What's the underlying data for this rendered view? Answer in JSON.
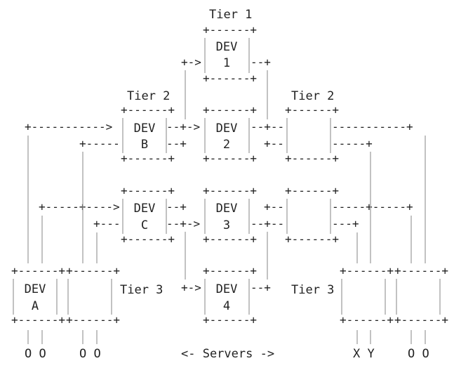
{
  "labels": {
    "tier1": "Tier 1",
    "tier2_left": "Tier 2",
    "tier2_right": "Tier 2",
    "tier3_left": "Tier 3",
    "tier3_right": "Tier 3",
    "servers": "<- Servers ->"
  },
  "devices": {
    "dev1": {
      "name": "DEV",
      "id": "1"
    },
    "dev2": {
      "name": "DEV",
      "id": "2"
    },
    "dev3": {
      "name": "DEV",
      "id": "3"
    },
    "dev4": {
      "name": "DEV",
      "id": "4"
    },
    "devA": {
      "name": "DEV",
      "id": "A"
    },
    "devB": {
      "name": "DEV",
      "id": "B"
    },
    "devC": {
      "name": "DEV",
      "id": "C"
    }
  },
  "ports": {
    "p1": "O O",
    "p2": "O O",
    "p3": "X Y",
    "p4": "O O"
  }
}
